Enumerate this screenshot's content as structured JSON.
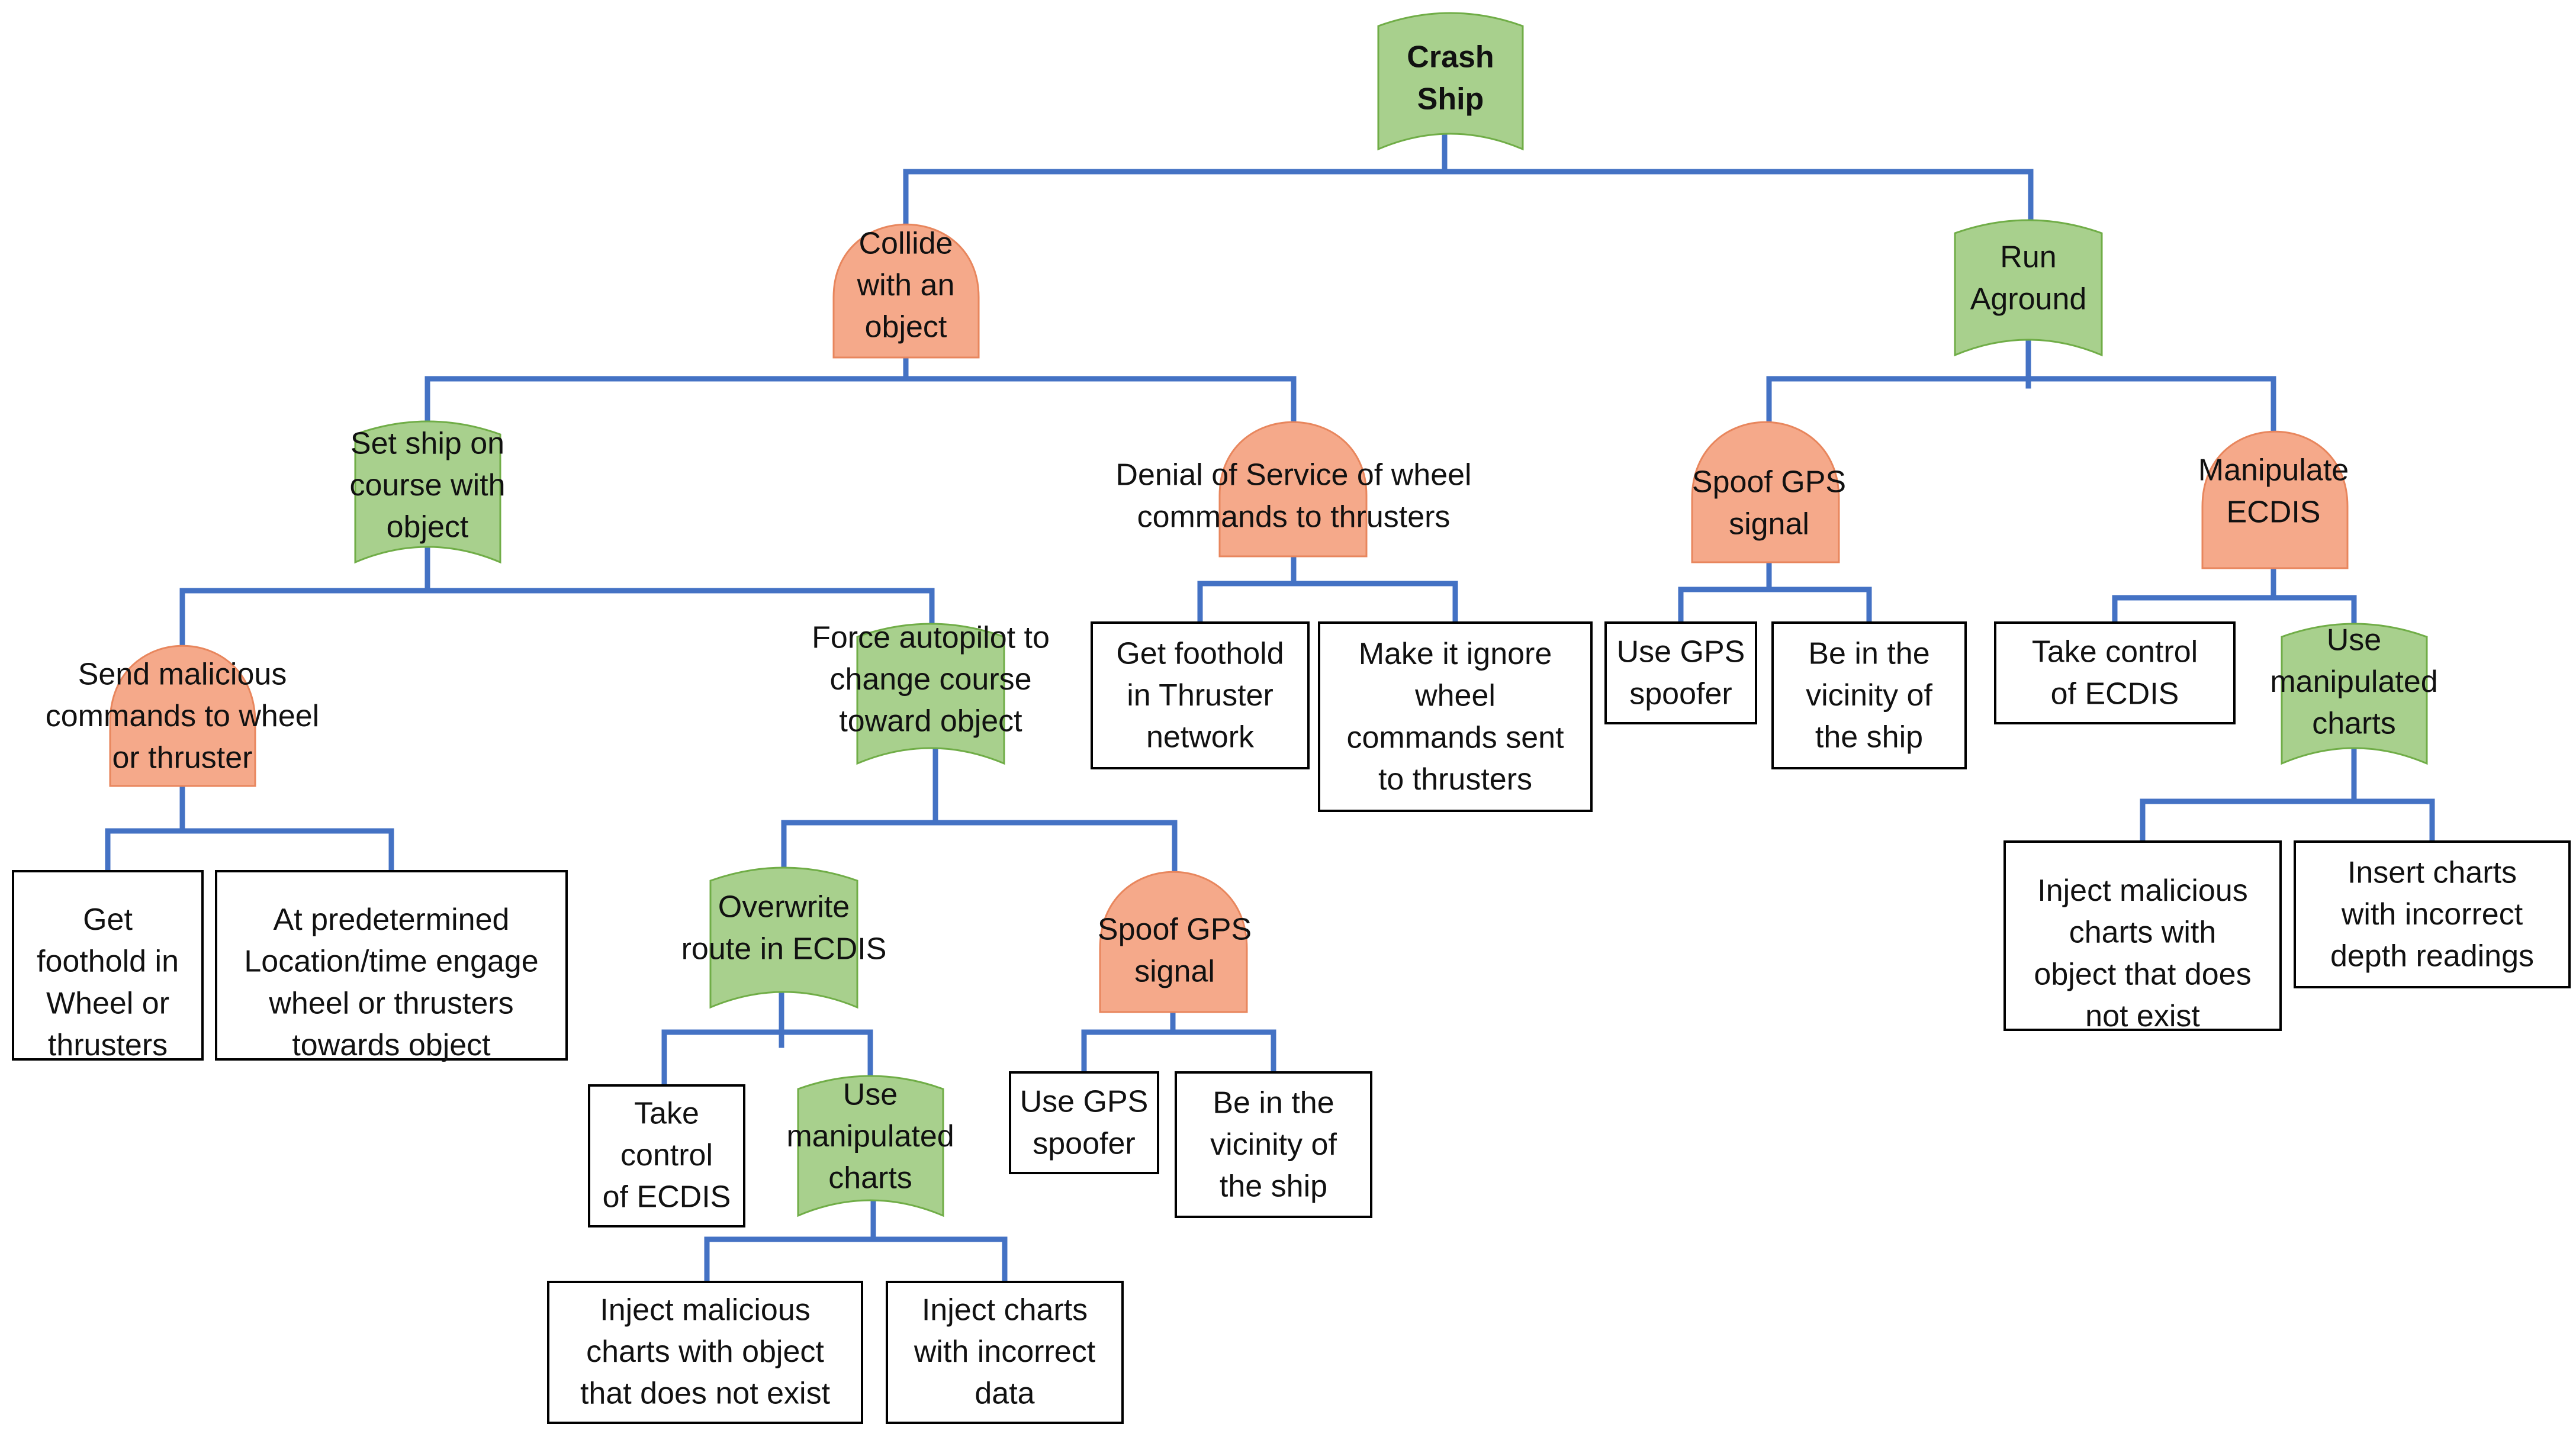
{
  "diagram": {
    "colors": {
      "and_gate_fill": "#f5a98a",
      "and_gate_stroke": "#e8865d",
      "or_gate_fill": "#a8d08d",
      "or_gate_stroke": "#70ad47",
      "leaf_fill": "#ffffff",
      "leaf_stroke": "#000000",
      "connector": "#4472c4"
    },
    "nodes": {
      "crash_ship": {
        "kind": "or",
        "lines": [
          "Crash",
          "Ship"
        ]
      },
      "collide": {
        "kind": "and",
        "lines": [
          "Collide",
          "with an",
          "object"
        ]
      },
      "run_aground": {
        "kind": "or",
        "lines": [
          "Run",
          "Aground"
        ]
      },
      "set_course": {
        "kind": "or",
        "lines": [
          "Set ship on",
          "course with",
          "object"
        ]
      },
      "dos": {
        "kind": "and",
        "lines": [
          "Denial of Service of wheel",
          "commands to thrusters"
        ]
      },
      "spoof_gps_right": {
        "kind": "and",
        "lines": [
          "Spoof GPS",
          "signal"
        ]
      },
      "manipulate_ecdis": {
        "kind": "and",
        "lines": [
          "Manipulate",
          "ECDIS"
        ]
      },
      "send_malicious": {
        "kind": "and",
        "lines": [
          "Send malicious",
          "commands to wheel",
          "or thruster"
        ]
      },
      "force_autopilot": {
        "kind": "or",
        "lines": [
          "Force autopilot to",
          "change course",
          "toward object"
        ]
      },
      "foothold_wheel": {
        "kind": "leaf",
        "lines": [
          "Get",
          "foothold in",
          "Wheel or",
          "thrusters"
        ]
      },
      "predetermined": {
        "kind": "leaf",
        "lines": [
          "At predetermined",
          "Location/time engage",
          "wheel or thrusters",
          "towards object"
        ]
      },
      "overwrite_route": {
        "kind": "or",
        "lines": [
          "Overwrite",
          "route in ECDIS"
        ]
      },
      "spoof_gps_mid": {
        "kind": "and",
        "lines": [
          "Spoof GPS",
          "signal"
        ]
      },
      "take_control_left": {
        "kind": "leaf",
        "lines": [
          "Take",
          "control",
          "of ECDIS"
        ]
      },
      "use_manip_left": {
        "kind": "or",
        "lines": [
          "Use",
          "manipulated",
          "charts"
        ]
      },
      "inject_left": {
        "kind": "leaf",
        "lines": [
          "Inject malicious",
          "charts with object",
          "that does not exist"
        ]
      },
      "inject_incorrect": {
        "kind": "leaf",
        "lines": [
          "Inject charts",
          "with incorrect",
          "data"
        ]
      },
      "gps_spoofer_mid": {
        "kind": "leaf",
        "lines": [
          "Use GPS",
          "spoofer"
        ]
      },
      "vicinity_mid": {
        "kind": "leaf",
        "lines": [
          "Be in the",
          "vicinity of",
          "the ship"
        ]
      },
      "foothold_thruster": {
        "kind": "leaf",
        "lines": [
          "Get foothold",
          "in Thruster",
          "network"
        ]
      },
      "ignore_wheel": {
        "kind": "leaf",
        "lines": [
          "Make it ignore",
          "wheel",
          "commands sent",
          "to thrusters"
        ]
      },
      "gps_spoofer_right": {
        "kind": "leaf",
        "lines": [
          "Use GPS",
          "spoofer"
        ]
      },
      "vicinity_right": {
        "kind": "leaf",
        "lines": [
          "Be in the",
          "vicinity of",
          "the ship"
        ]
      },
      "take_control_right": {
        "kind": "leaf",
        "lines": [
          "Take control",
          "of ECDIS"
        ]
      },
      "use_manip_right": {
        "kind": "or",
        "lines": [
          "Use",
          "manipulated",
          "charts"
        ]
      },
      "inject_right": {
        "kind": "leaf",
        "lines": [
          "Inject malicious",
          "charts with",
          "object that does",
          "not exist"
        ]
      },
      "insert_depth": {
        "kind": "leaf",
        "lines": [
          "Insert charts",
          "with incorrect",
          "depth readings"
        ]
      }
    }
  }
}
